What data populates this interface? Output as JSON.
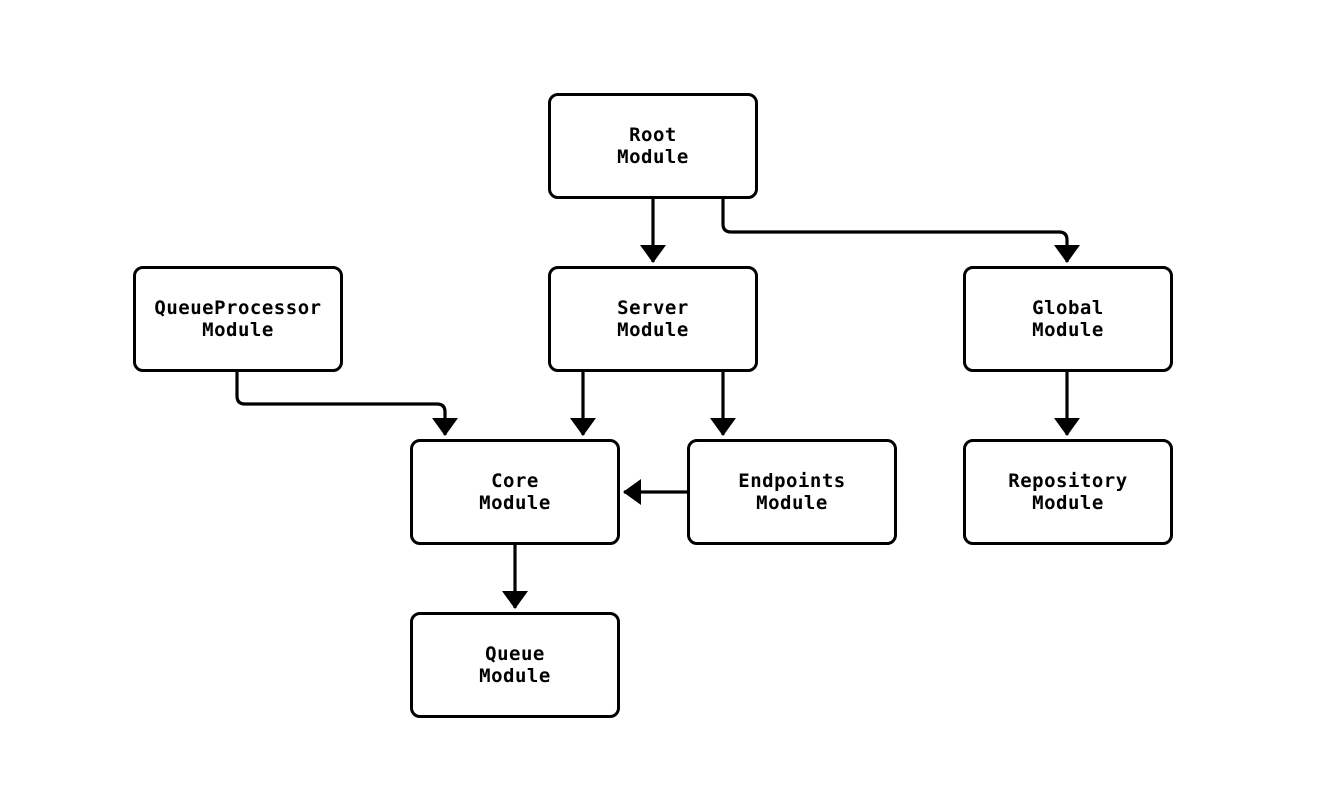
{
  "diagram": {
    "type": "module-dependency-graph",
    "colors": {
      "background": "#ffffff",
      "node_fill": "#ffffff",
      "node_border": "#000000",
      "edge": "#000000",
      "text": "#000000"
    },
    "nodes": [
      {
        "id": "root",
        "label": "Root\nModule"
      },
      {
        "id": "queueprocessor",
        "label": "QueueProcessor\nModule"
      },
      {
        "id": "server",
        "label": "Server\nModule"
      },
      {
        "id": "global",
        "label": "Global\nModule"
      },
      {
        "id": "core",
        "label": "Core\nModule"
      },
      {
        "id": "endpoints",
        "label": "Endpoints\nModule"
      },
      {
        "id": "repository",
        "label": "Repository\nModule"
      },
      {
        "id": "queue",
        "label": "Queue\nModule"
      }
    ],
    "edges": [
      {
        "from": "Root Module",
        "to": "Server Module"
      },
      {
        "from": "Root Module",
        "to": "Global Module"
      },
      {
        "from": "QueueProcessor Module",
        "to": "Core Module"
      },
      {
        "from": "Server Module",
        "to": "Core Module"
      },
      {
        "from": "Server Module",
        "to": "Endpoints Module"
      },
      {
        "from": "Endpoints Module",
        "to": "Core Module"
      },
      {
        "from": "Core Module",
        "to": "Queue Module"
      },
      {
        "from": "Global Module",
        "to": "Repository Module"
      }
    ]
  }
}
